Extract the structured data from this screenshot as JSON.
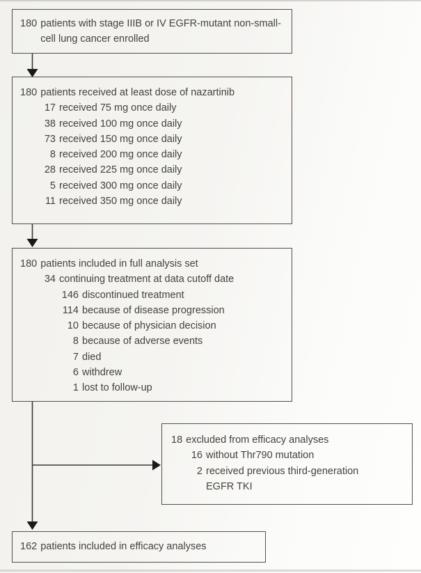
{
  "colors": {
    "background": "#f4f3f0",
    "box_border": "#534f4b",
    "text": "#45413e",
    "arrow": "#1c1a18"
  },
  "flow": {
    "enrolled": {
      "lines": [
        {
          "num": "180",
          "text": "patients with stage IIIB or IV EGFR-mutant non-small-cell lung cancer enrolled"
        }
      ]
    },
    "dosed": {
      "lines": [
        {
          "num": "180",
          "text": "patients received at least dose of nazartinib"
        },
        {
          "num": "17",
          "text": "received 75 mg once daily"
        },
        {
          "num": "38",
          "text": "received 100 mg once daily"
        },
        {
          "num": "73",
          "text": "received 150 mg once daily"
        },
        {
          "num": "8",
          "text": "received 200 mg once daily"
        },
        {
          "num": "28",
          "text": "received 225 mg once daily"
        },
        {
          "num": "5",
          "text": "received 300 mg once daily"
        },
        {
          "num": "11",
          "text": "received 350 mg once daily"
        }
      ]
    },
    "full_analysis": {
      "lines": [
        {
          "num": "180",
          "text": "patients included in full analysis set"
        },
        {
          "num": "34",
          "text": "continuing treatment at data cutoff date"
        },
        {
          "num": "146",
          "text": "discontinued treatment"
        },
        {
          "num": "114",
          "text": "because of disease progression"
        },
        {
          "num": "10",
          "text": "because of physician decision"
        },
        {
          "num": "8",
          "text": "because of adverse events"
        },
        {
          "num": "7",
          "text": "died"
        },
        {
          "num": "6",
          "text": "withdrew"
        },
        {
          "num": "1",
          "text": "lost to follow-up"
        }
      ]
    },
    "excluded": {
      "lines": [
        {
          "num": "18",
          "text": "excluded from efficacy analyses"
        },
        {
          "num": "16",
          "text": "without Thr790 mutation"
        },
        {
          "num": "2",
          "text": "received previous third-generation"
        },
        {
          "num": "",
          "text": "EGFR TKI"
        }
      ]
    },
    "efficacy": {
      "lines": [
        {
          "num": "162",
          "text": "patients included in efficacy analyses"
        }
      ]
    }
  }
}
